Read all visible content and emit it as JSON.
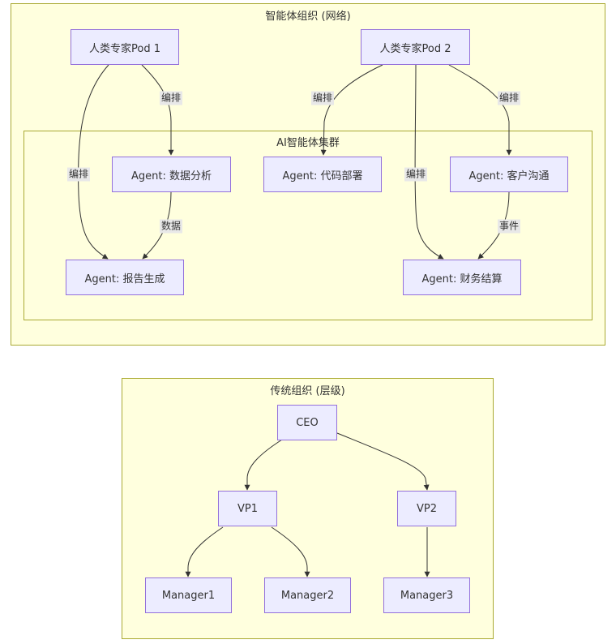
{
  "network": {
    "title": "智能体组织 (网络)",
    "human_pod_1": "人类专家Pod 1",
    "human_pod_2": "人类专家Pod 2",
    "ai_cluster": {
      "title": "AI智能体集群",
      "agent_data_analysis": "Agent: 数据分析",
      "agent_code_deploy": "Agent: 代码部署",
      "agent_customer_comm": "Agent: 客户沟通",
      "agent_report": "Agent: 报告生成",
      "agent_finance": "Agent: 财务结算"
    },
    "edge_labels": {
      "pod1_to_report": "编排",
      "pod1_to_analysis": "编排",
      "pod2_to_deploy": "编排",
      "pod2_to_finance": "编排",
      "pod2_to_customer": "编排",
      "analysis_to_report": "数据",
      "customer_to_finance": "事件"
    }
  },
  "hierarchy": {
    "title": "传统组织 (层级)",
    "ceo": "CEO",
    "vp1": "VP1",
    "vp2": "VP2",
    "manager1": "Manager1",
    "manager2": "Manager2",
    "manager3": "Manager3"
  },
  "colors": {
    "cluster_fill": "#ffffde",
    "cluster_border": "#aaaa33",
    "node_fill": "#ececff",
    "node_border": "#9370db",
    "edge": "#333333",
    "edge_label_bg": "#e8e8e8"
  }
}
